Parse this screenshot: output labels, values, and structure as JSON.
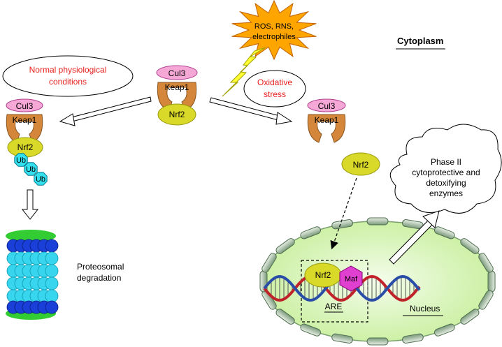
{
  "labels": {
    "cytoplasm": "Cytoplasm",
    "normal": [
      "Normal physiological",
      "conditions"
    ],
    "oxidative": [
      "Oxidative",
      "stress"
    ],
    "ros": [
      "ROS, RNS,",
      "electrophiles"
    ],
    "cul3": "Cul3",
    "keap1": "Keap1",
    "nrf2": "Nrf2",
    "ub": "Ub",
    "maf": "Maf",
    "are": "ARE",
    "nucleus": "Nucleus",
    "proteosomal": [
      "Proteosomal",
      "degradation"
    ],
    "phase2": [
      "Phase II",
      "cytoprotective and",
      "detoxifying",
      "enzymes"
    ]
  },
  "colors": {
    "red_text": "#e8231f",
    "cul3": "#f5a8d6",
    "keap1": "#d4873a",
    "nrf2": "#d9d92a",
    "ub": "#33e0ee",
    "maf": "#e040d0",
    "nucleus": "#d8f5c4",
    "proteasome_cap": "#1a3fd8",
    "proteasome_core": "#37d6ee",
    "proteasome_green": "#33cc33",
    "starburst": "#ffa500",
    "lightning": "#ffff33",
    "dna_red": "#c0222a",
    "dna_blue": "#2a4da8"
  }
}
